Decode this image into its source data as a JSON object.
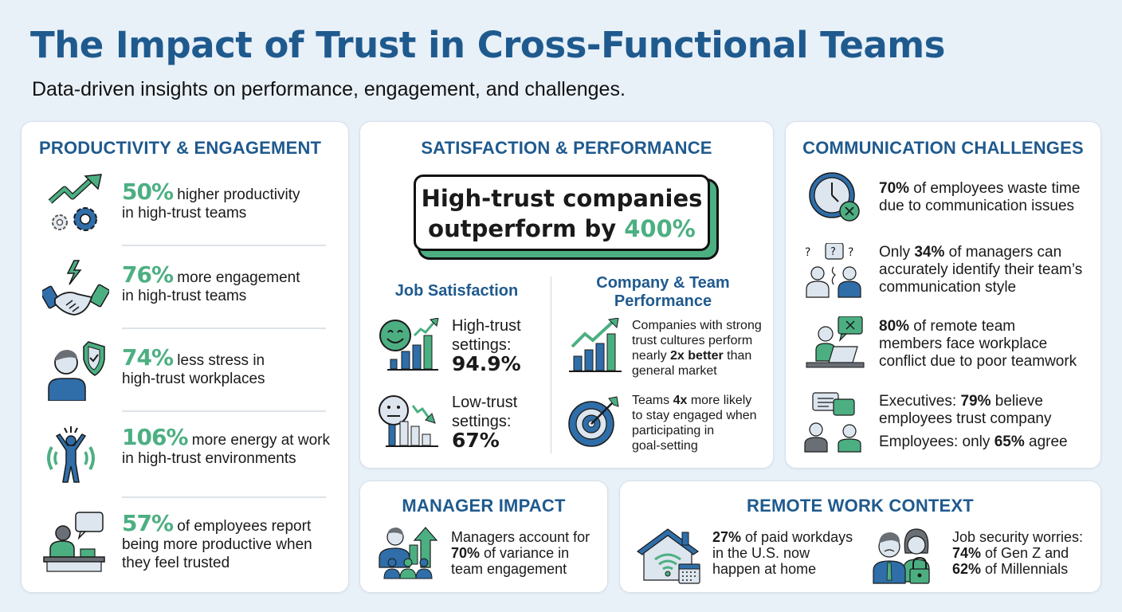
{
  "header": {
    "title": "The Impact of Trust in Cross-Functional Teams",
    "subtitle": "Data-driven insights on performance, engagement, and challenges."
  },
  "colors": {
    "primary_blue": "#1f5a8e",
    "accent_green": "#4caf82",
    "background": "#e8f0f8",
    "card": "#ffffff",
    "text": "#1a1a1a"
  },
  "productivity": {
    "title": "PRODUCTIVITY & ENGAGEMENT",
    "items": [
      {
        "icon": "growth-gears-icon",
        "pct": "50%",
        "text1": " higher productivity",
        "text2": "in high-trust teams",
        "text3": ""
      },
      {
        "icon": "handshake-icon",
        "pct": "76%",
        "text1": " more engagement",
        "text2": "in high-trust teams",
        "text3": ""
      },
      {
        "icon": "person-shield-icon",
        "pct": "74%",
        "text1": " less stress in",
        "text2": "high-trust workplaces",
        "text3": ""
      },
      {
        "icon": "energized-person-icon",
        "pct": "106%",
        "text1": " more energy at work",
        "text2": "in high-trust environments",
        "text3": ""
      },
      {
        "icon": "person-at-desk-icon",
        "pct": "57%",
        "text1": " of employees report",
        "text2": "being more productive when",
        "text3": "they feel trusted"
      }
    ]
  },
  "satisfaction": {
    "title": "SATISFACTION & PERFORMANCE",
    "hero_line1": "High-trust companies",
    "hero_line2_prefix": "outperform by ",
    "hero_highlight": "400%",
    "job_satisfaction": {
      "title": "Job Satisfaction",
      "high": {
        "label1": "High-trust",
        "label2": "settings:",
        "value": "94.9%"
      },
      "low": {
        "label1": "Low-trust",
        "label2": "settings:",
        "value": "67%"
      }
    },
    "performance": {
      "title_line1": "Company & Team",
      "title_line2": "Performance",
      "item1": {
        "l1": "Companies with strong",
        "l2": "trust cultures perform",
        "l3_prefix": "nearly ",
        "l3_bold": "2x better",
        "l3_suffix": " than",
        "l4": "general market"
      },
      "item2": {
        "l1_prefix": "Teams ",
        "l1_bold": "4x",
        "l1_suffix": " more likely",
        "l2": "to stay engaged when",
        "l3": "participating in",
        "l4": "goal-setting"
      }
    }
  },
  "communication": {
    "title": "COMMUNICATION CHALLENGES",
    "items": [
      {
        "bold": "70%",
        "l1": " of employees waste time",
        "l2": "due to communication issues",
        "l3": ""
      },
      {
        "prefix": "Only ",
        "bold": "34%",
        "l1": " of managers can",
        "l2": "accurately identify their team’s",
        "l3": "communication style"
      },
      {
        "bold": "80%",
        "l1": " of remote team",
        "l2": "members face workplace",
        "l3": "conflict due to poor teamwork"
      },
      {
        "prefix": "Executives: ",
        "bold": "79%",
        "l1": " believe",
        "l2": "employees trust company",
        "l3_prefix": "Employees: only ",
        "l3_bold": "65%",
        "l3_suffix": " agree"
      }
    ]
  },
  "manager": {
    "title": "MANAGER IMPACT",
    "l1": "Managers account for",
    "bold": "70%",
    "l2": " of variance in",
    "l3": "team engagement"
  },
  "remote": {
    "title": "REMOTE WORK CONTEXT",
    "item1": {
      "bold": "27%",
      "l1": " of paid workdays",
      "l2": "in the U.S. now",
      "l3": "happen at home"
    },
    "item2": {
      "l1": "Job security worries:",
      "bold1": "74%",
      "l2": " of Gen Z and",
      "bold2": "62%",
      "l3": " of Millennials"
    }
  }
}
